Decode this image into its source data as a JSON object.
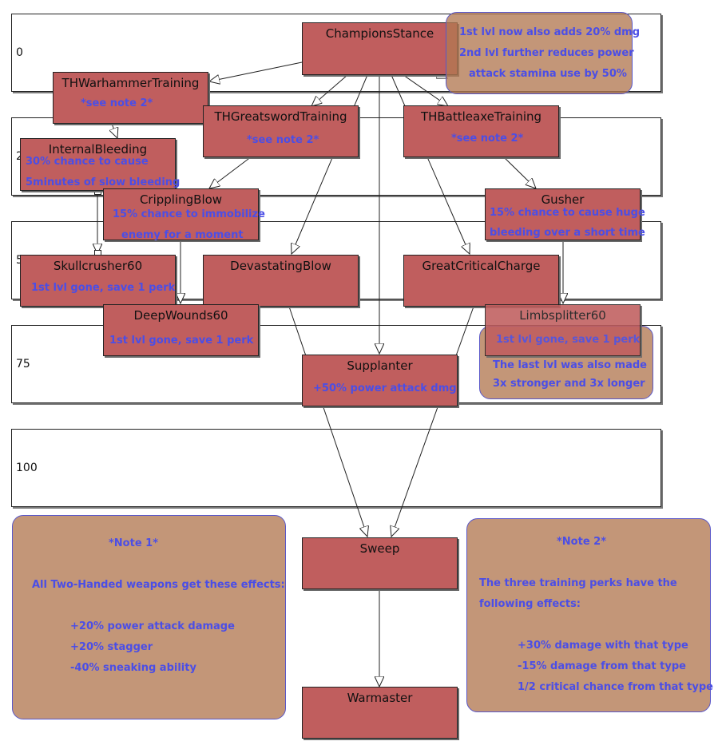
{
  "bands": [
    {
      "label": "0"
    },
    {
      "label": "2"
    },
    {
      "label": "5"
    },
    {
      "label": "75"
    },
    {
      "label": "100"
    }
  ],
  "perks": {
    "champions_stance": {
      "title": "ChampionsStance"
    },
    "th_warhammer": {
      "title": "THWarhammerTraining",
      "note": "*see note 2*"
    },
    "th_greatsword": {
      "title": "THGreatswordTraining",
      "note": "*see note 2*"
    },
    "th_battleaxe": {
      "title": "THBattleaxeTraining",
      "note": "*see note 2*"
    },
    "internal_bleeding": {
      "title": "InternalBleeding",
      "note1": "30% chance to cause",
      "note2": "5minutes of slow bleeding"
    },
    "crippling_blow": {
      "title": "CripplingBlow",
      "note1": "15% chance to immobilize",
      "note2": "enemy for a moment"
    },
    "gusher": {
      "title": "Gusher",
      "note1": "15% chance to cause huge",
      "note2": "bleeding over a short time"
    },
    "skullcrusher": {
      "title": "Skullcrusher60",
      "note": "1st lvl gone, save 1 perk"
    },
    "devastating_blow": {
      "title": "DevastatingBlow"
    },
    "great_critical_charge": {
      "title": "GreatCriticalCharge"
    },
    "deep_wounds": {
      "title": "DeepWounds60",
      "note": "1st lvl gone, save 1 perk"
    },
    "limbsplitter": {
      "title": "Limbsplitter60",
      "note": "1st lvl gone, save 1 perk"
    },
    "supplanter": {
      "title": "Supplanter",
      "note": "+50% power attack dmg"
    },
    "sweep": {
      "title": "Sweep"
    },
    "warmaster": {
      "title": "Warmaster"
    }
  },
  "notes": {
    "champions": [
      "1st lvl now also adds 20% dmg",
      "2nd lvl further reduces power",
      "attack stamina use by 50%"
    ],
    "limbsplitter_extra": [
      "The last lvl was also made",
      "3x stronger and 3x longer"
    ],
    "note1": {
      "title": "*Note 1*",
      "intro": "All Two-Handed weapons get these effects:",
      "items": [
        "+20% power attack damage",
        "+20% stagger",
        "-40% sneaking ability"
      ]
    },
    "note2": {
      "title": "*Note 2*",
      "intro1": "The three training perks have the",
      "intro2": "following effects:",
      "items": [
        "+30% damage with that type",
        "-15% damage from that type",
        "1/2 critical chance from that type"
      ]
    }
  },
  "colors": {
    "node_fill": "#c05e5e",
    "note_fill": "#b87a55",
    "note_text": "#4b4ee6"
  }
}
